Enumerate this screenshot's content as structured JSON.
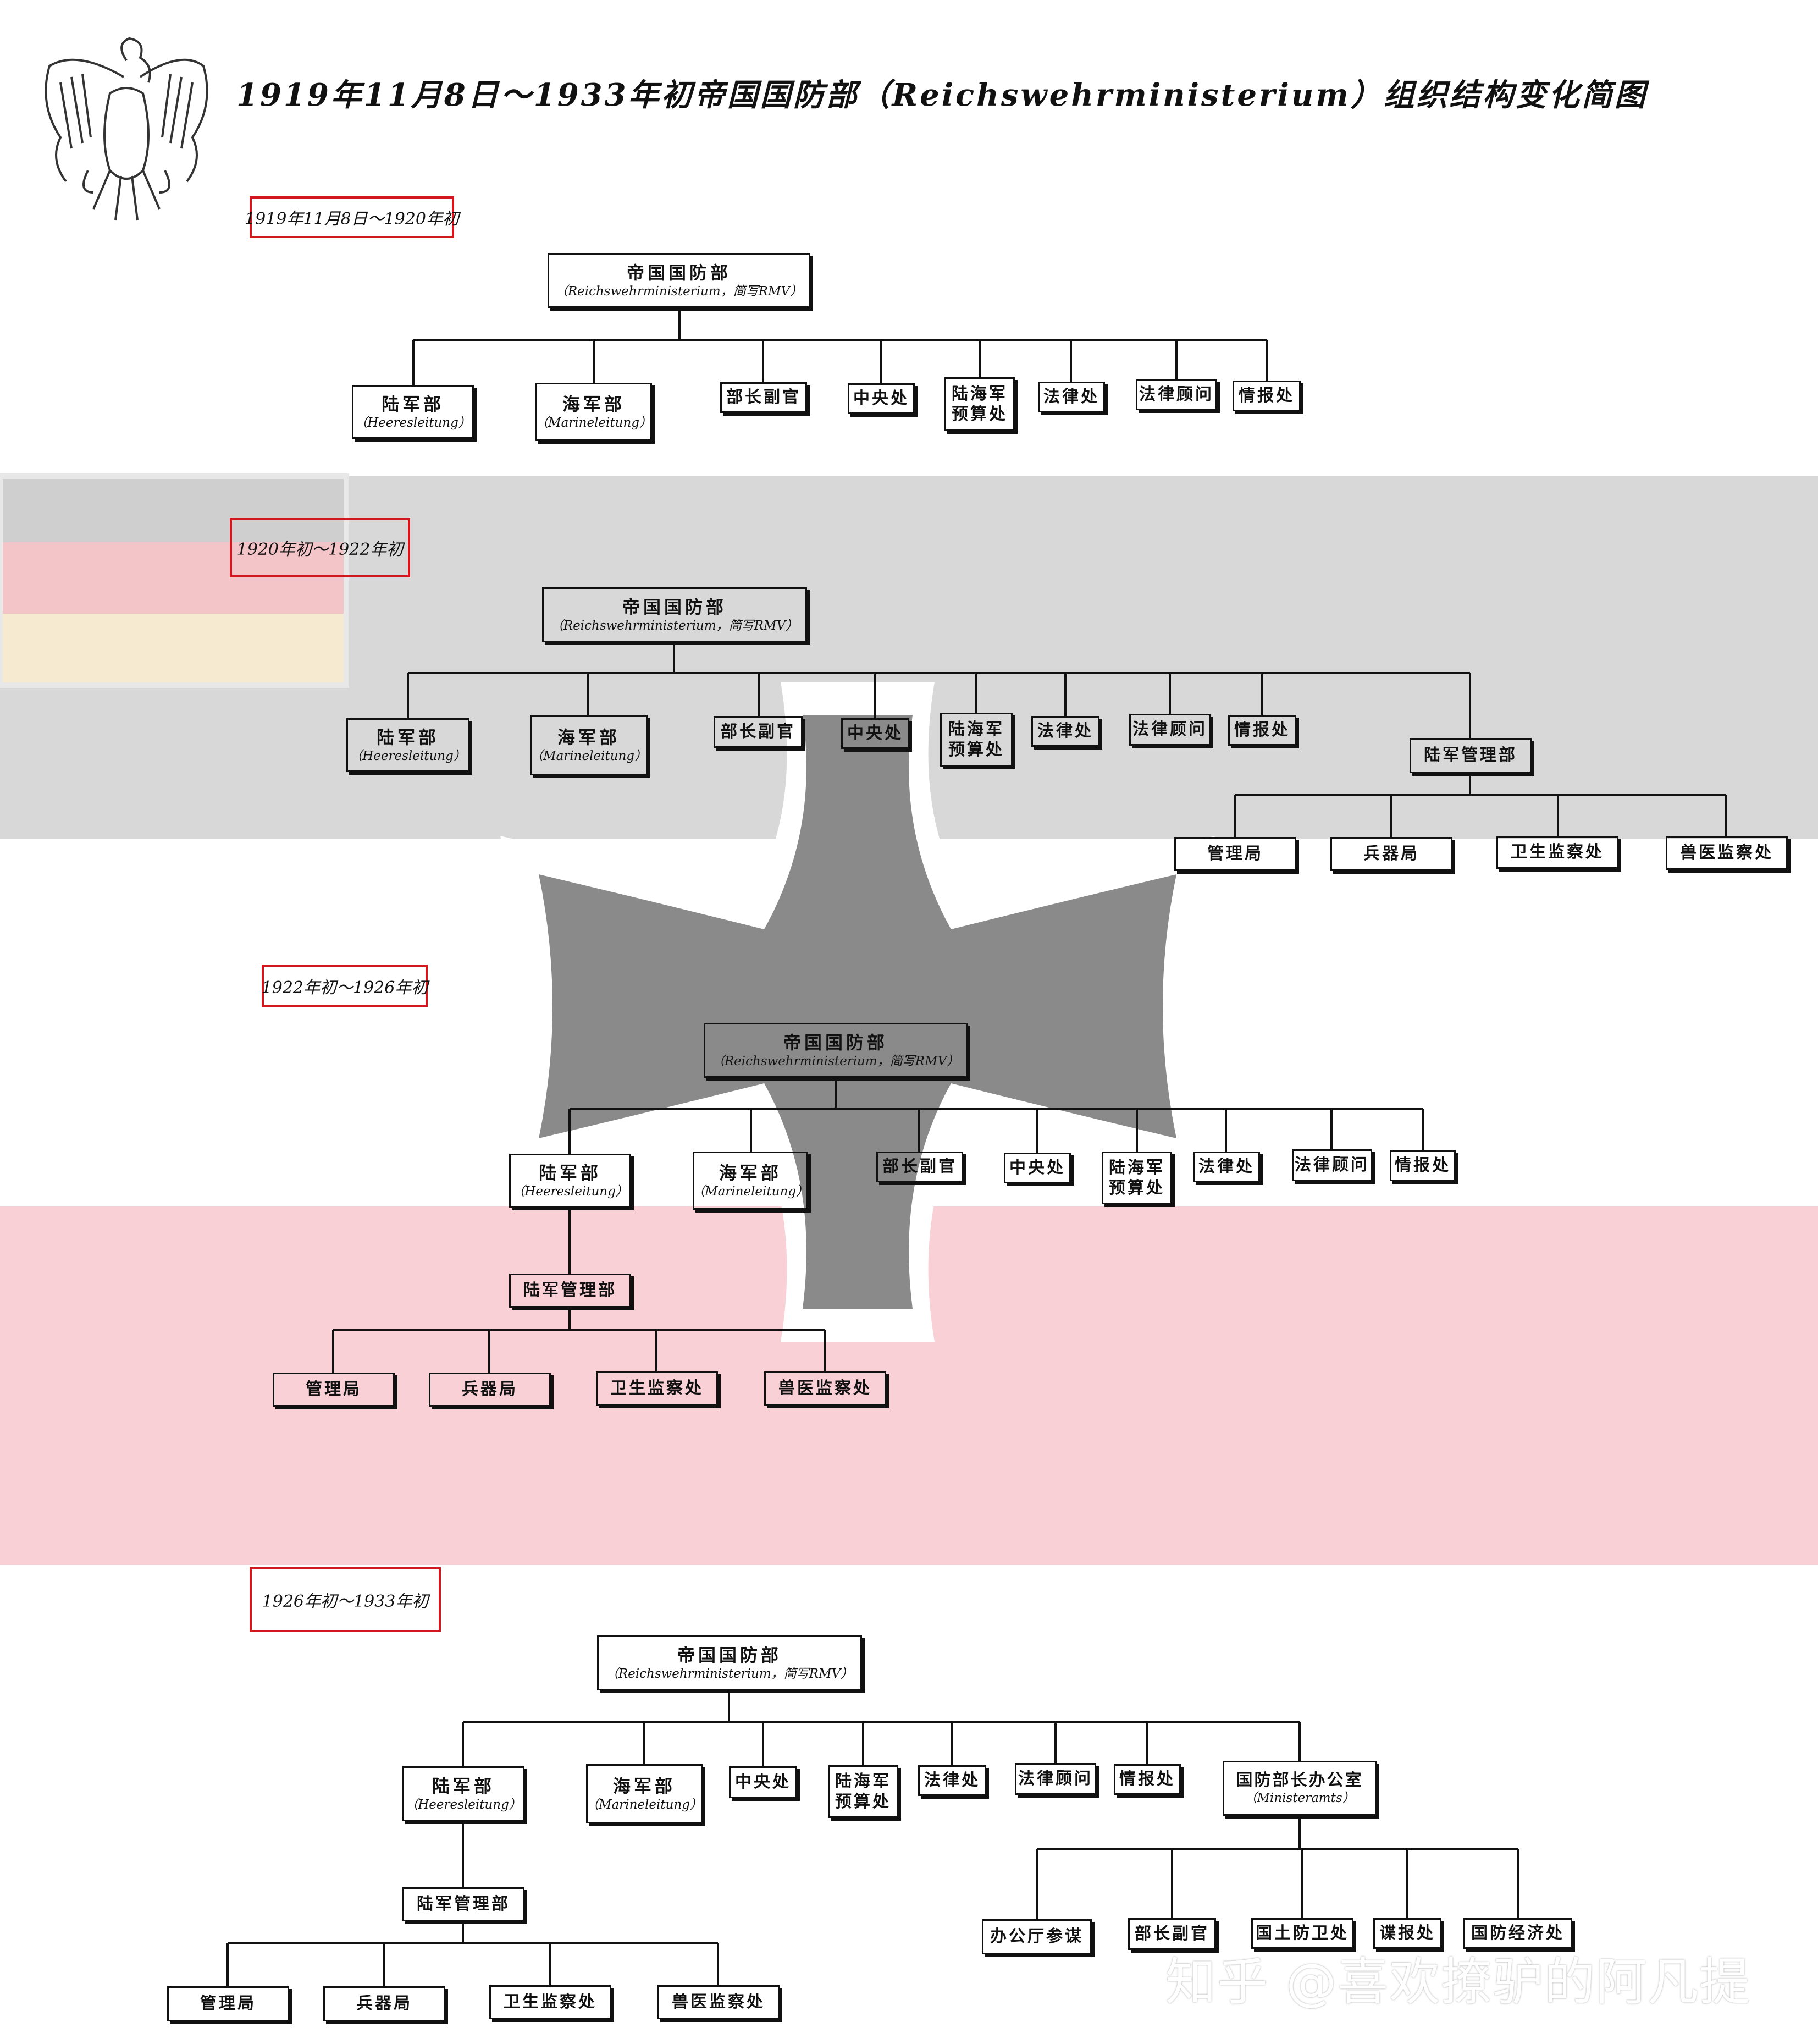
{
  "title": "1919年11月8日～1933年初帝国国防部（Reichswehrministerium）组织结构变化简图",
  "watermark": "知乎 @喜欢撩驴的阿凡提",
  "colors": {
    "line": "#111111",
    "period_border": "#d0181e",
    "flag_gray": "#d8d8d8",
    "flag_red": "#f8d0d6",
    "cross_gray": "#8a8a8a"
  },
  "periods": [
    {
      "label": "1919年11月8日～1920年初",
      "nodes": [
        {
          "zh": "帝国国防部",
          "de": "（Reichswehrministerium，简写RMV）"
        },
        {
          "zh": "陆军部",
          "de": "（Heeresleitung）"
        },
        {
          "zh": "海军部",
          "de": "（Marineleitung）"
        },
        {
          "zh": "部长副官"
        },
        {
          "zh": "中央处"
        },
        {
          "zh": "陆海军",
          "zh2": "预算处"
        },
        {
          "zh": "法律处"
        },
        {
          "zh": "法律顾问"
        },
        {
          "zh": "情报处"
        }
      ]
    },
    {
      "label": "1920年初～1922年初",
      "nodes": [
        {
          "zh": "帝国国防部",
          "de": "（Reichswehrministerium，简写RMV）"
        },
        {
          "zh": "陆军部",
          "de": "（Heeresleitung）"
        },
        {
          "zh": "海军部",
          "de": "（Marineleitung）"
        },
        {
          "zh": "部长副官"
        },
        {
          "zh": "中央处"
        },
        {
          "zh": "陆海军",
          "zh2": "预算处"
        },
        {
          "zh": "法律处"
        },
        {
          "zh": "法律顾问"
        },
        {
          "zh": "情报处"
        },
        {
          "zh": "陆军管理部"
        },
        {
          "zh": "管理局"
        },
        {
          "zh": "兵器局"
        },
        {
          "zh": "卫生监察处"
        },
        {
          "zh": "兽医监察处"
        }
      ]
    },
    {
      "label": "1922年初～1926年初",
      "nodes": [
        {
          "zh": "帝国国防部",
          "de": "（Reichswehrministerium，简写RMV）"
        },
        {
          "zh": "陆军部",
          "de": "（Heeresleitung）"
        },
        {
          "zh": "海军部",
          "de": "（Marineleitung）"
        },
        {
          "zh": "部长副官"
        },
        {
          "zh": "中央处"
        },
        {
          "zh": "陆海军",
          "zh2": "预算处"
        },
        {
          "zh": "法律处"
        },
        {
          "zh": "法律顾问"
        },
        {
          "zh": "情报处"
        },
        {
          "zh": "陆军管理部"
        },
        {
          "zh": "管理局"
        },
        {
          "zh": "兵器局"
        },
        {
          "zh": "卫生监察处"
        },
        {
          "zh": "兽医监察处"
        }
      ]
    },
    {
      "label": "1926年初～1933年初",
      "nodes": [
        {
          "zh": "帝国国防部",
          "de": "（Reichswehrministerium，简写RMV）"
        },
        {
          "zh": "陆军部",
          "de": "（Heeresleitung）"
        },
        {
          "zh": "海军部",
          "de": "（Marineleitung）"
        },
        {
          "zh": "中央处"
        },
        {
          "zh": "陆海军",
          "zh2": "预算处"
        },
        {
          "zh": "法律处"
        },
        {
          "zh": "法律顾问"
        },
        {
          "zh": "情报处"
        },
        {
          "zh": "国防部长办公室",
          "de": "（Ministeramts）"
        },
        {
          "zh": "陆军管理部"
        },
        {
          "zh": "管理局"
        },
        {
          "zh": "兵器局"
        },
        {
          "zh": "卫生监察处"
        },
        {
          "zh": "兽医监察处"
        },
        {
          "zh": "办公厅参谋"
        },
        {
          "zh": "部长副官"
        },
        {
          "zh": "国土防卫处"
        },
        {
          "zh": "谍报处"
        },
        {
          "zh": "国防经济处"
        }
      ]
    }
  ]
}
